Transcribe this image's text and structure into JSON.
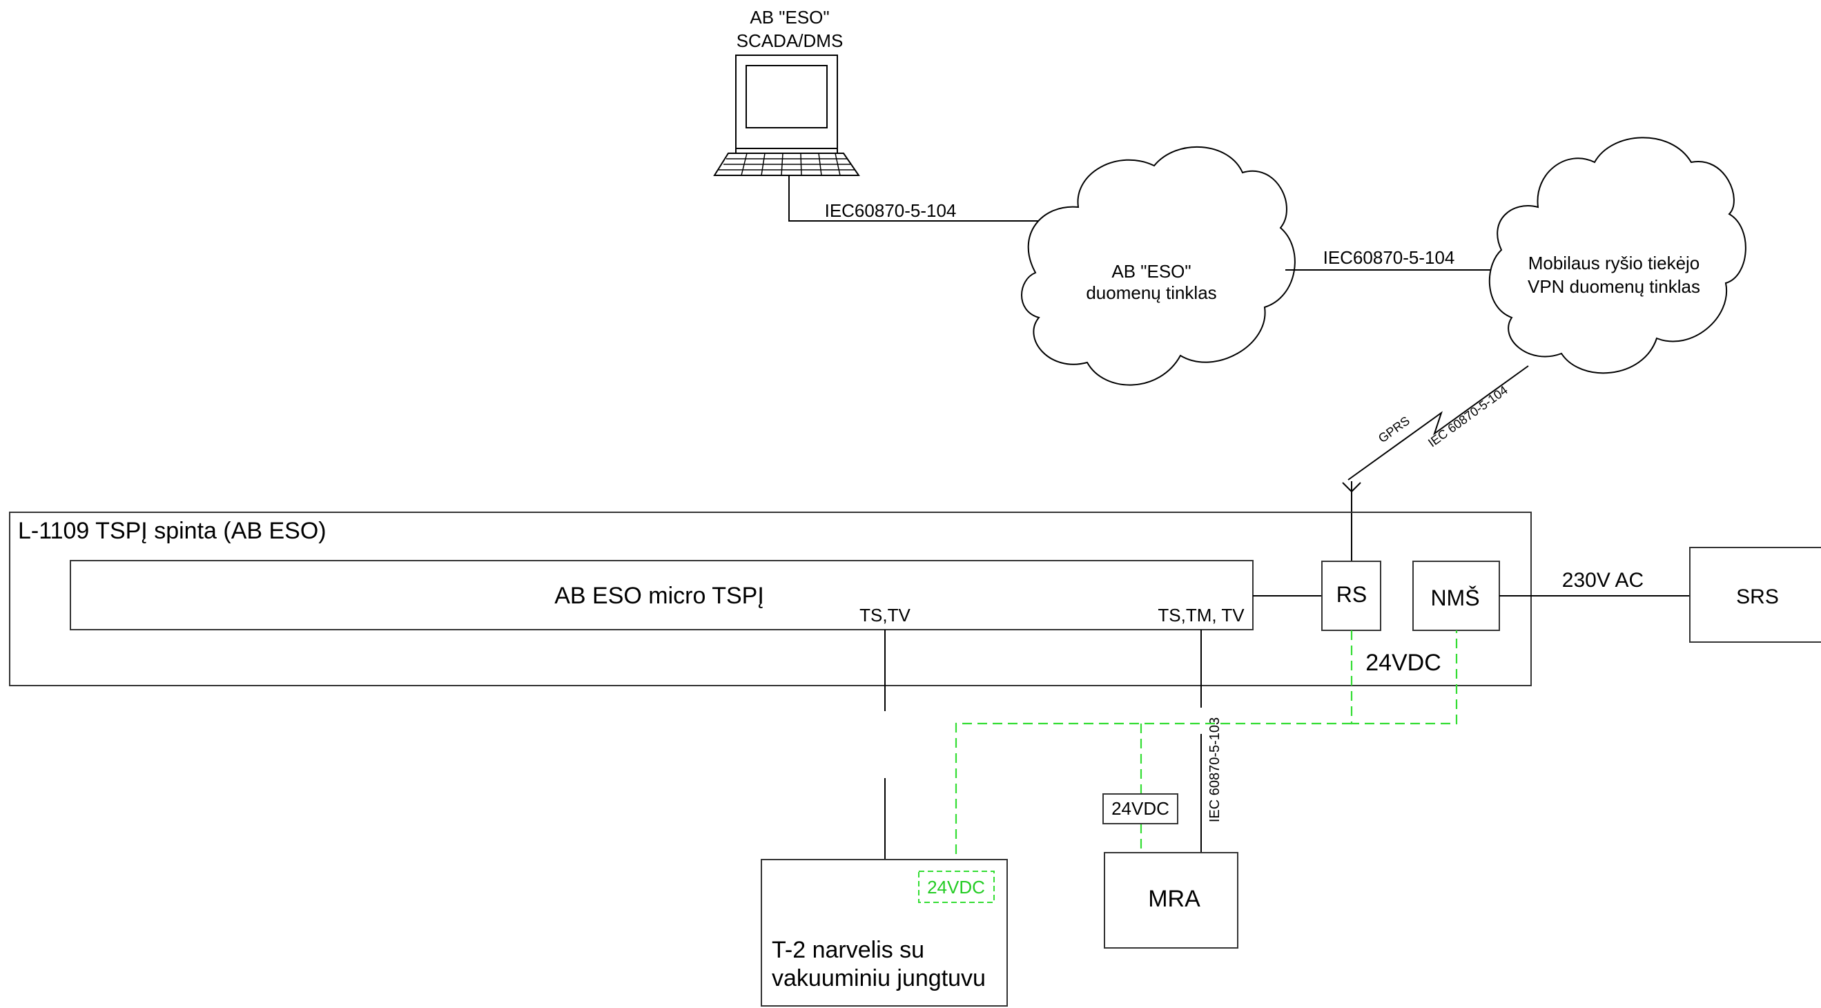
{
  "scada": {
    "label_line1": "AB \"ESO\"",
    "label_line2": "SCADA/DMS"
  },
  "links": {
    "scada_to_eso": "IEC60870-5-104",
    "eso_to_mobile": "IEC60870-5-104",
    "gprs": "GPRS",
    "wireless_protocol": "IEC 60870-5-104",
    "mra_protocol": "IEC 60870-5-103"
  },
  "clouds": {
    "eso_line1": "AB \"ESO\"",
    "eso_line2": "duomenų tinklas",
    "mobile_line1": "Mobilaus ryšio tiekėjo",
    "mobile_line2": "VPN duomenų tinklas"
  },
  "cabinet": {
    "title": "L-1109 TSPĮ spinta (AB ESO)",
    "micro_tspi": "AB ESO micro TSPĮ",
    "port_ts_tv": "TS,TV",
    "port_ts_tm_tv": "TS,TM, TV",
    "rs": "RS",
    "nms": "NMŠ",
    "supply": "24VDC"
  },
  "srs": {
    "label": "SRS",
    "supply_label": "230V AC"
  },
  "mra": {
    "label": "MRA",
    "supply_box": "24VDC"
  },
  "t2": {
    "line1": "T-2 narvelis su",
    "line2": "vakuuminiu jungtuvu",
    "supply_box": "24VDC"
  },
  "colors": {
    "line": "#000000",
    "box_border": "#333333",
    "power_24vdc": "#33dd33"
  }
}
